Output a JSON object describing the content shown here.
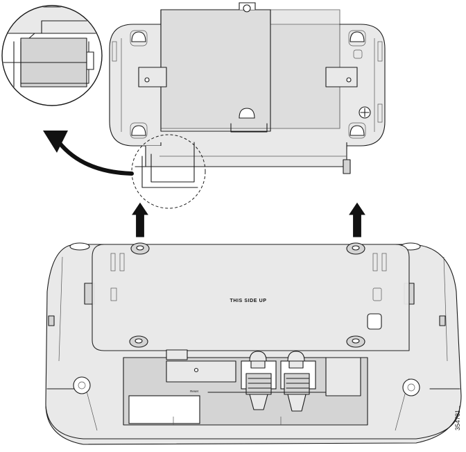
{
  "labels": {
    "this_side_up": "THIS SIDE UP",
    "reset": "Reset",
    "figure_number": "354781"
  },
  "colors": {
    "line": "#1a1a1a",
    "fill_light": "#e9e9e9",
    "fill_dark": "#d4d4d4",
    "arrow": "#111111"
  }
}
